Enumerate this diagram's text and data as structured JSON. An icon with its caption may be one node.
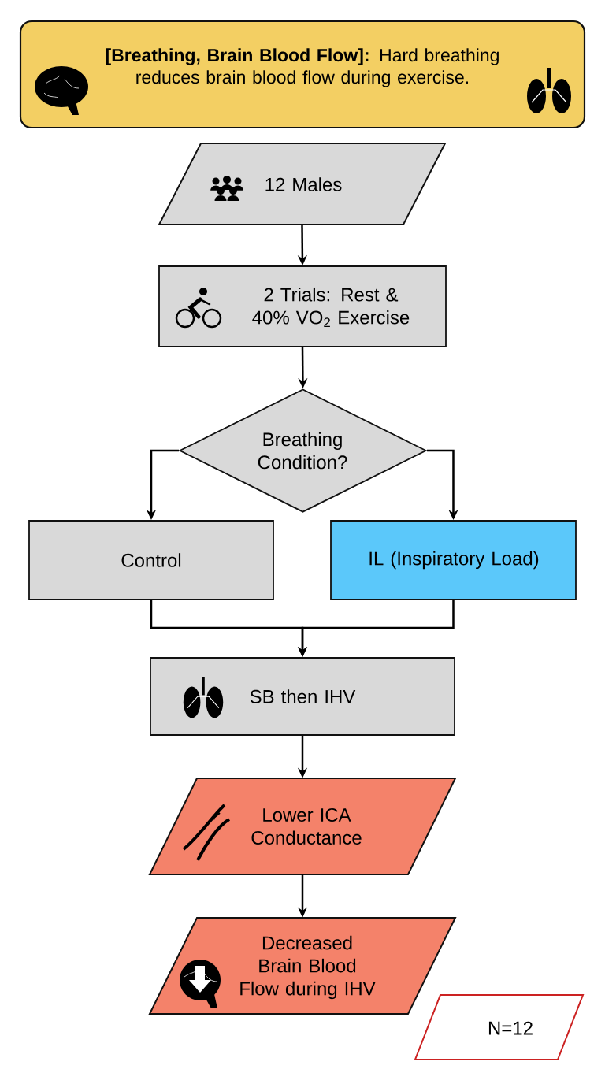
{
  "diagram": {
    "nodes": [
      {
        "text": [
          "**[Breathing, Brain Blood Flow]:** Hard breathing reduces brain blood flow during exercise."
        ]
      },
      {
        "text": [
          "12 Males"
        ]
      },
      {
        "text": [
          "2 Trials: Rest & 40% VO$_{2}$ Exercise"
        ]
      },
      {
        "text": [
          "Breathing Condition?"
        ]
      },
      {
        "text": [
          "Control"
        ]
      },
      {
        "text": [
          "IL (Inspiratory Load)"
        ]
      },
      {
        "text": [
          "SB then IHV"
        ]
      },
      {
        "text": [
          "Lower ICA Conductance"
        ]
      },
      {
        "text": [
          "Decreased Brain Blood Flow during IHV"
        ]
      },
      {
        "text": [
          "N=12"
        ]
      }
    ],
    "edges": [
      {
        "from": 1,
        "to": 2,
        "arrow": "to"
      },
      {
        "from": 2,
        "to": 3,
        "arrow": "to"
      },
      {
        "from": 3,
        "to": 4,
        "arrow": "to"
      },
      {
        "from": 3,
        "to": 5,
        "arrow": "to"
      },
      {
        "from": 4,
        "to": 6,
        "arrow": "to"
      },
      {
        "from": 5,
        "to": 6,
        "arrow": "to"
      },
      {
        "from": 6,
        "to": 7,
        "arrow": "to"
      },
      {
        "from": 7,
        "to": 8,
        "arrow": "to"
      }
    ]
  }
}
